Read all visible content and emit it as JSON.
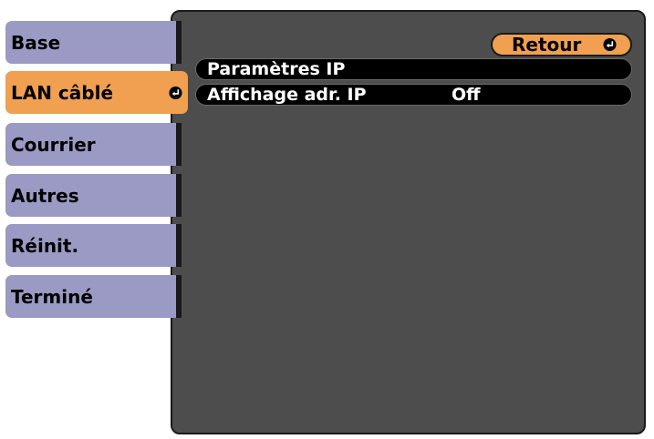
{
  "sidebar": {
    "items": [
      {
        "label": "Base"
      },
      {
        "label": "LAN câblé"
      },
      {
        "label": "Courrier"
      },
      {
        "label": "Autres"
      },
      {
        "label": "Réinit."
      },
      {
        "label": "Terminé"
      }
    ],
    "active_index": 1
  },
  "main": {
    "back_button_label": "Retour",
    "rows": [
      {
        "label": "Paramètres IP",
        "value": ""
      },
      {
        "label": "Affichage adr. IP",
        "value": "Off"
      }
    ]
  },
  "colors": {
    "sidebar_item": "#9a9ac4",
    "active_item": "#f0a050",
    "panel": "#4d4d4d",
    "row": "#000000"
  },
  "icons": {
    "enter": "enter-icon"
  }
}
